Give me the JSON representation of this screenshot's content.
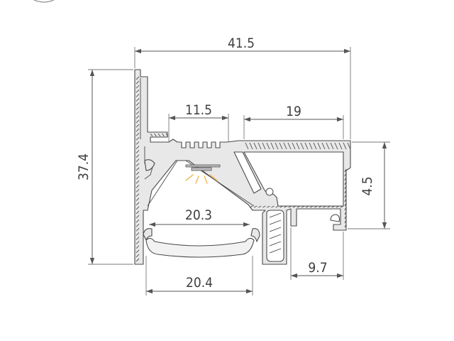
{
  "dimensions": {
    "overall_width": "41.5",
    "overall_height": "37.4",
    "led_channel_width": "11.5",
    "box_width": "19",
    "box_height": "4.5",
    "diffuser_inner_width": "20.3",
    "diffuser_outer_width": "20.4",
    "flange_width": "9.7"
  },
  "colors": {
    "line": "#4a4a4a",
    "profile_fill": "#e8e8e8",
    "light_rays": "#f0c060"
  }
}
